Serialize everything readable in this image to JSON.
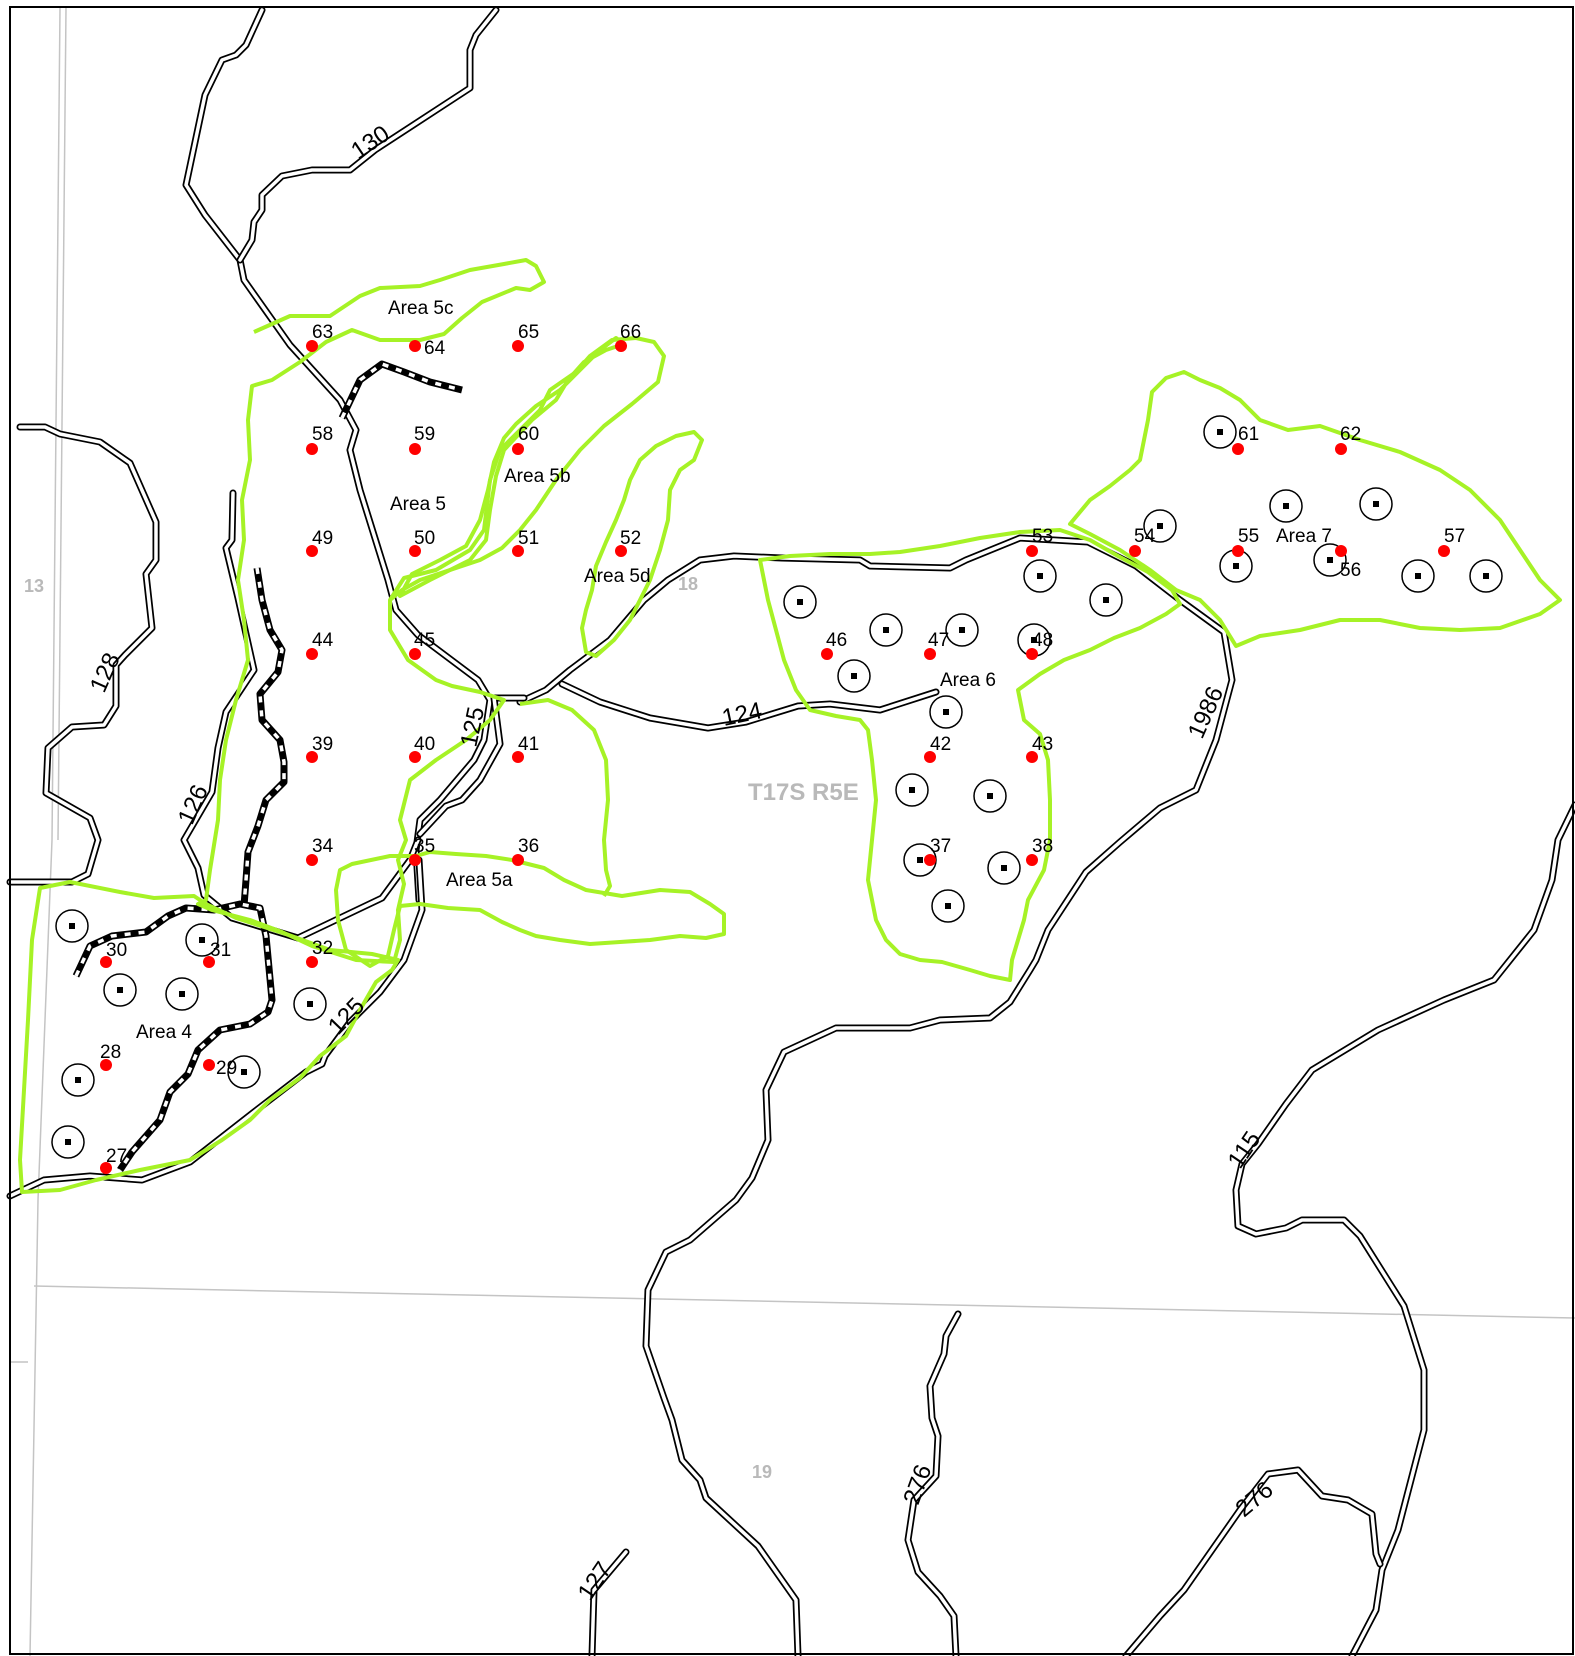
{
  "colors": {
    "plot_point": "#ff0000",
    "area_boundary": "#a6f226",
    "road": "#000000",
    "section_text": "#b9b9b9"
  },
  "township": "T17S R5E",
  "sections": [
    "13",
    "18",
    "19"
  ],
  "roads": [
    "130",
    "128",
    "126",
    "125",
    "125",
    "124",
    "1986",
    "115",
    "276",
    "276",
    "127"
  ],
  "areas": [
    "Area 4",
    "Area 5",
    "Area 5a",
    "Area 5b",
    "Area 5c",
    "Area 5d",
    "Area 6",
    "Area 7"
  ],
  "plots": [
    "27",
    "28",
    "29",
    "30",
    "31",
    "32",
    "34",
    "35",
    "36",
    "37",
    "38",
    "39",
    "40",
    "41",
    "42",
    "43",
    "44",
    "45",
    "46",
    "47",
    "48",
    "49",
    "50",
    "51",
    "52",
    "53",
    "54",
    "55",
    "56",
    "57",
    "58",
    "59",
    "60",
    "61",
    "62",
    "63",
    "64",
    "65",
    "66"
  ],
  "site_marker_icon": "circle-dot-icon"
}
